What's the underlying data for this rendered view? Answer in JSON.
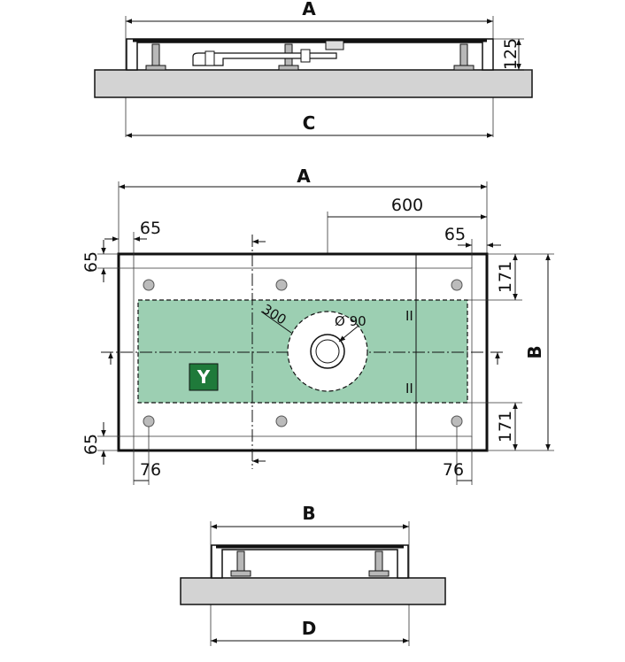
{
  "labels": {
    "a_top": "A",
    "c_bottom": "C",
    "height_125": "125",
    "a_plan": "A",
    "dim_600": "600",
    "dim_65_top": "65",
    "dim_65_right": "65",
    "dim_65_left_top": "65",
    "dim_65_left_bottom": "65",
    "dim_171_top": "171",
    "dim_171_bottom": "171",
    "b_side": "B",
    "dim_76_left": "76",
    "dim_76_right": "76",
    "dim_300": "300",
    "dia_90": "Ø 90",
    "y_mark": "Y",
    "mark_ii_top": "II",
    "mark_ii_bottom": "II",
    "b_front": "B",
    "d_bottom": "D"
  },
  "colors": {
    "green_zone": "#9ccfb2",
    "y_badge": "#1f7a3a",
    "slab": "#d3d3d3"
  }
}
